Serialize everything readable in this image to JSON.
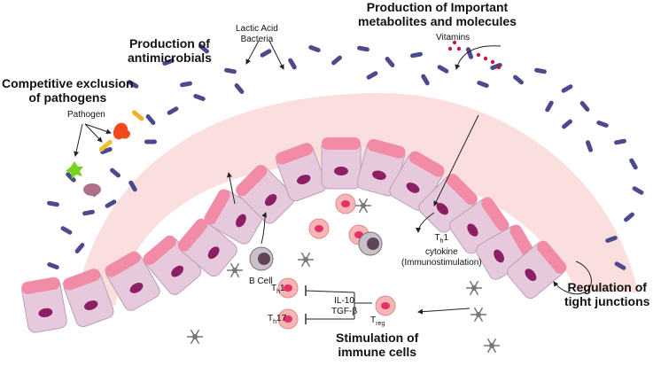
{
  "labels": {
    "competitive_exclusion": [
      "Competitive exclusion",
      "of pathogens"
    ],
    "antimicrobials": [
      "Production of",
      "antimicrobials"
    ],
    "lab": [
      "Lactic Acid",
      "Bacteria"
    ],
    "metabolites": [
      "Production of Important",
      "metabolites and molecules"
    ],
    "vitamins": "Vitamins",
    "pathogen": "Pathogen",
    "b_cell": "B Cell",
    "th1_cytokine": {
      "t": "T",
      "sub": "h",
      "num": "1",
      "line2": "cytokine",
      "line3": "(Immunostimulation)"
    },
    "tight_junctions": [
      "Regulation of",
      "tight junctions"
    ],
    "stimulation": [
      "Stimulation of",
      "immune cells"
    ],
    "th1": {
      "t": "T",
      "sub": "h",
      "num": "1"
    },
    "th17": {
      "t": "T",
      "sub": "h",
      "num": "17"
    },
    "treg": {
      "t": "T",
      "sub": "reg"
    },
    "cytokines": [
      "IL-10",
      "TGF-β"
    ]
  },
  "colors": {
    "mucus": "#fbdada",
    "cell_body": "#e7c9de",
    "cell_top": "#f28ca6",
    "nucleus": "#8c1f63",
    "bacteria": "#4b4a8c",
    "immune_cell": "#f7b5b5",
    "dendritic": "#777777"
  }
}
